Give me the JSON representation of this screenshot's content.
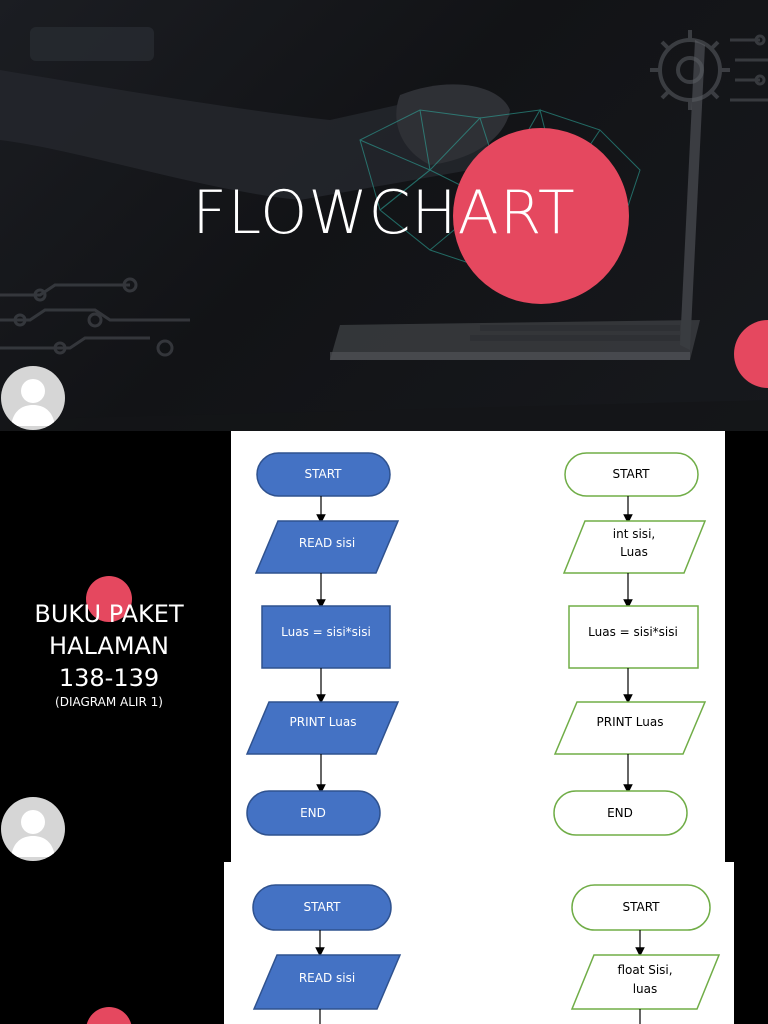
{
  "slide1": {
    "title": "FLOWCHART"
  },
  "slide2": {
    "book_line1": "BUKU PAKET",
    "book_line2": "HALAMAN",
    "book_line3": "138-139",
    "book_sub": "(DIAGRAM ALIR 1)"
  },
  "flow_left": {
    "start": "START",
    "read": "READ sisi",
    "process": "Luas = sisi*sisi",
    "print": "PRINT Luas",
    "end": "END"
  },
  "flow_right": {
    "start": "START",
    "input_line1": "int sisi,",
    "input_line2": "Luas",
    "process": "Luas = sisi*sisi",
    "print": "PRINT Luas",
    "end": "END"
  },
  "flow3_left": {
    "start": "START",
    "read": "READ sisi"
  },
  "flow3_right": {
    "start": "START",
    "input_line1": "float Sisi,",
    "input_line2": "luas"
  },
  "colors": {
    "accent": "#e5485f",
    "blue_fill": "#4472c4",
    "blue_stroke": "#2f528f",
    "green_stroke": "#70ad47"
  }
}
